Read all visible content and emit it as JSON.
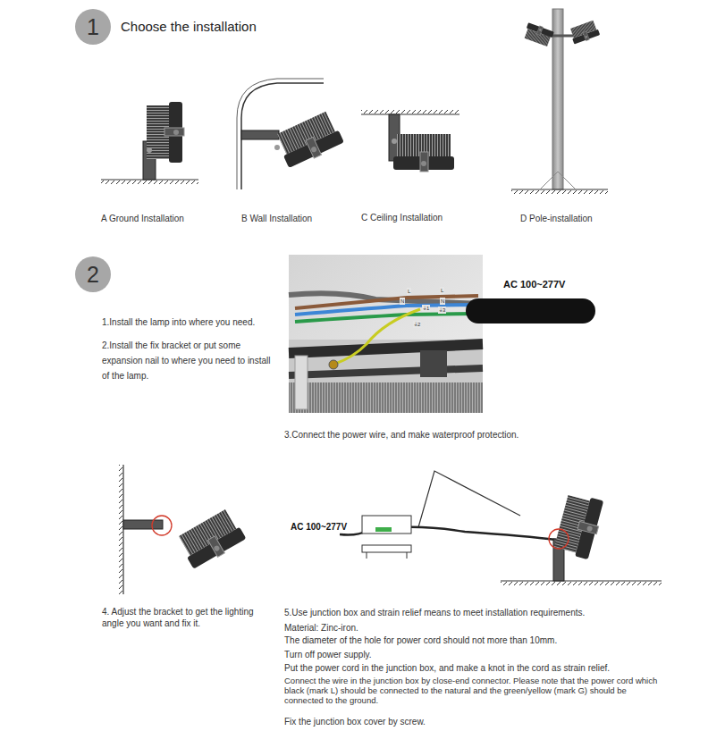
{
  "diagram": {
    "nodes": [
      {
        "text": [
          "1",
          "Choose the installation"
        ]
      },
      {
        "text": [
          "2"
        ]
      }
    ],
    "labels": [
      "A  Ground Installation",
      "B  Wall Installation",
      "C  Ceiling Installation",
      "D  Pole-installation",
      "1.Install the lamp into where you need.",
      "2.Install the fix bracket or put some expansion nail to where you need to install of the lamp.",
      "L",
      "N",
      "⏚1",
      "⏚2",
      "L",
      "N",
      "⏚3",
      "AC 100~277V",
      "3.Connect the power wire, and make waterproof protection.",
      "AC 100~277V",
      "4. Adjust the bracket to get the lighting angle you want and fix it.",
      "5.Use junction box and strain relief means to meet installation requirements.",
      "Material: Zinc-iron.",
      "The diameter of the hole for power cord should not more than 10mm.",
      "Turn off power supply.",
      "Put the power cord in the junction box, and make a knot in the cord as strain relief.",
      "Connect the wire in the junction box by close-end connector. Please note that the power cord which black (mark L) should be connected to the natural and the green/yellow (mark G) should be connected to the ground.",
      "Fix the junction box cover by screw."
    ]
  }
}
